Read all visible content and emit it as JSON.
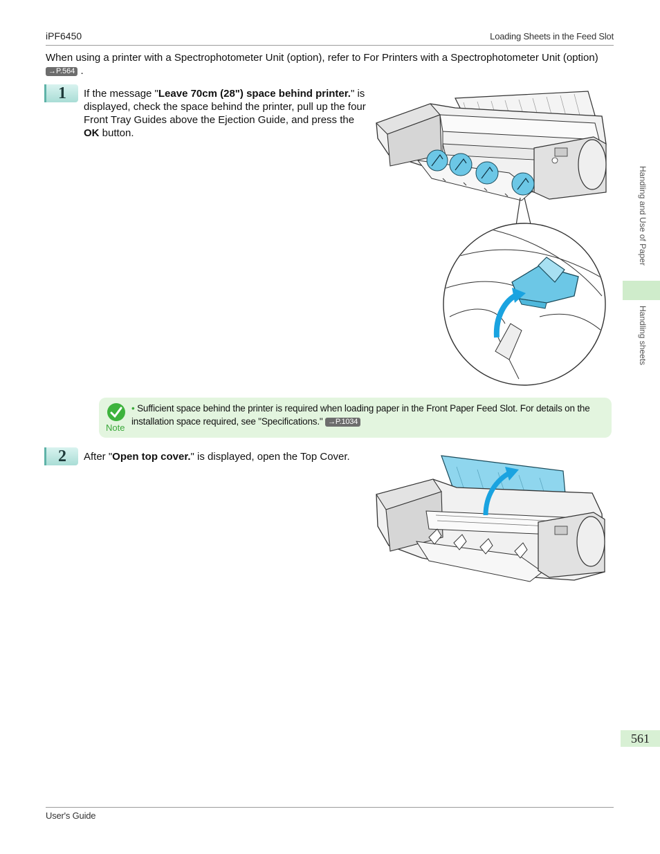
{
  "header": {
    "model": "iPF6450",
    "section": "Loading Sheets in the Feed Slot"
  },
  "intro": {
    "text": "When using a printer with a Spectrophotometer Unit (option), refer to For Printers with a Spectrophotometer Unit (option)",
    "ref": "→P.564",
    "tail": "."
  },
  "step1": {
    "number": "1",
    "text_a": "If the message \"",
    "bold_a": "Leave 70cm (28\") space behind printer.",
    "text_b": "\" is displayed, check the space behind the printer, pull up the four Front Tray Guides above the Ejection Guide, and press the ",
    "bold_b": "OK",
    "text_c": " button."
  },
  "note": {
    "label": "Note",
    "bullet": "•",
    "text": "Sufficient space behind the printer is required when loading paper in the Front Paper Feed Slot. For details on the installation space required, see \"Specifications.\"",
    "ref": "→P.1034"
  },
  "step2": {
    "number": "2",
    "text_a": "After \"",
    "bold_a": "Open top cover.",
    "text_b": "\" is displayed, open the Top Cover."
  },
  "sidebar": {
    "chapter": "Handling and Use of Paper",
    "section": "Handling sheets"
  },
  "page_number": "561",
  "footer": "User's Guide",
  "colors": {
    "accent_blue": "#6cc7e6",
    "arrow_blue": "#1aa3e0",
    "note_bg": "#e3f5df",
    "tab_green": "#cfeccb"
  }
}
